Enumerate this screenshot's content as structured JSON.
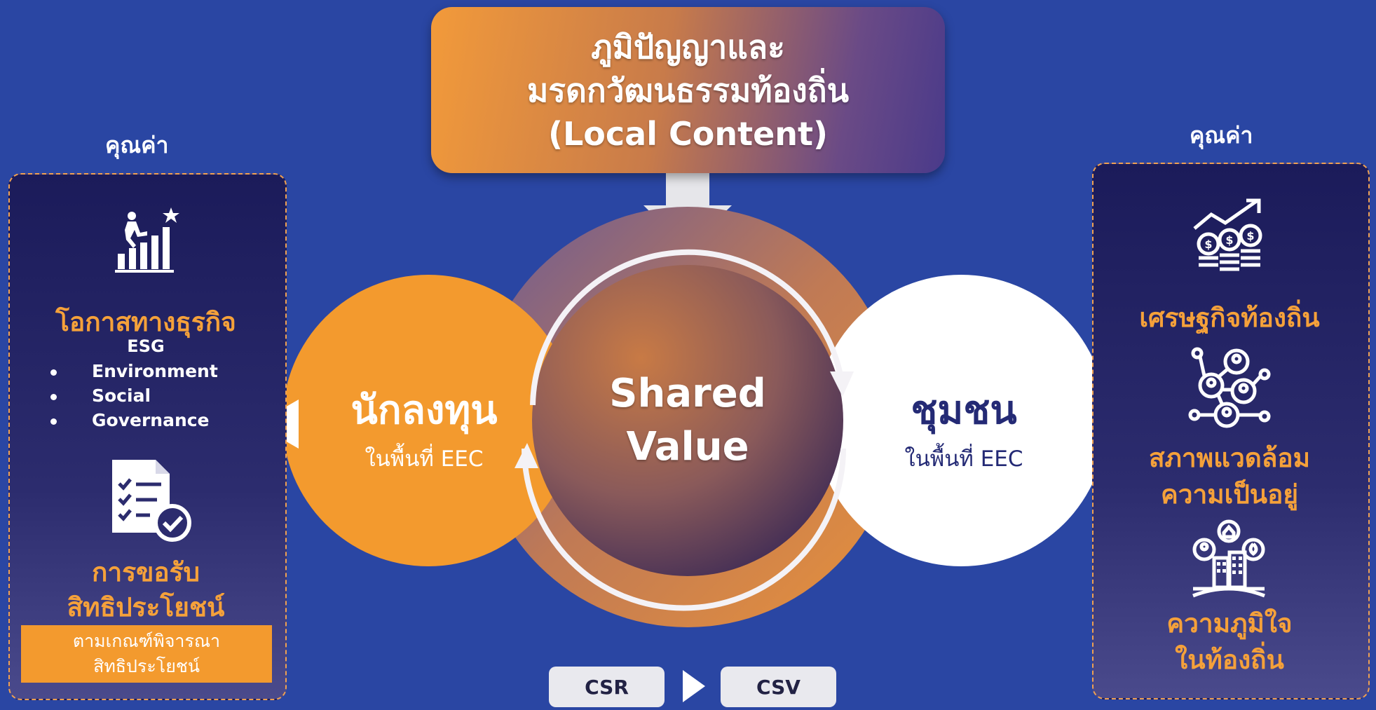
{
  "banner": {
    "line1": "ภูมิปัญญาและ",
    "line2": "มรดกวัฒนธรรมท้องถิ่น",
    "line3": "(Local Content)"
  },
  "left_panel": {
    "heading": "คุณค่า",
    "business_title": "โอกาสทางธุรกิจ",
    "esg_label": "ESG",
    "esg_items": [
      "Environment",
      "Social",
      "Governance"
    ],
    "privilege_title_1": "การขอรับ",
    "privilege_title_2": "สิทธิประโยชน์",
    "criteria_line1": "ตามเกณฑ์พิจารณา",
    "criteria_line2": "สิทธิประโยชน์"
  },
  "center": {
    "investor_title": "นักลงทุน",
    "investor_sub": "ในพื้นที่ EEC",
    "shared_line1": "Shared",
    "shared_line2": "Value",
    "community_title": "ชุมชน",
    "community_sub": "ในพื้นที่ EEC"
  },
  "right_panel": {
    "heading": "คุณค่า",
    "economy_title": "เศรษฐกิจท้องถิ่น",
    "environment_title_1": "สภาพแวดล้อม",
    "environment_title_2": "ความเป็นอยู่",
    "pride_title_1": "ความภูมิใจ",
    "pride_title_2": "ในท้องถิ่น"
  },
  "bottom": {
    "csr_label": "CSR",
    "csv_label": "CSV"
  },
  "icons": {
    "growth_icon": "person-climbing-bar-chart-icon",
    "checklist_icon": "document-checklist-icon",
    "coins_icon": "coins-growth-icon",
    "network_icon": "people-network-icon",
    "city_icon": "city-community-icon"
  },
  "colors": {
    "background": "#2a46a3",
    "orange": "#f39a2e",
    "navy_text": "#242a75",
    "panel_border": "#f0a050"
  }
}
